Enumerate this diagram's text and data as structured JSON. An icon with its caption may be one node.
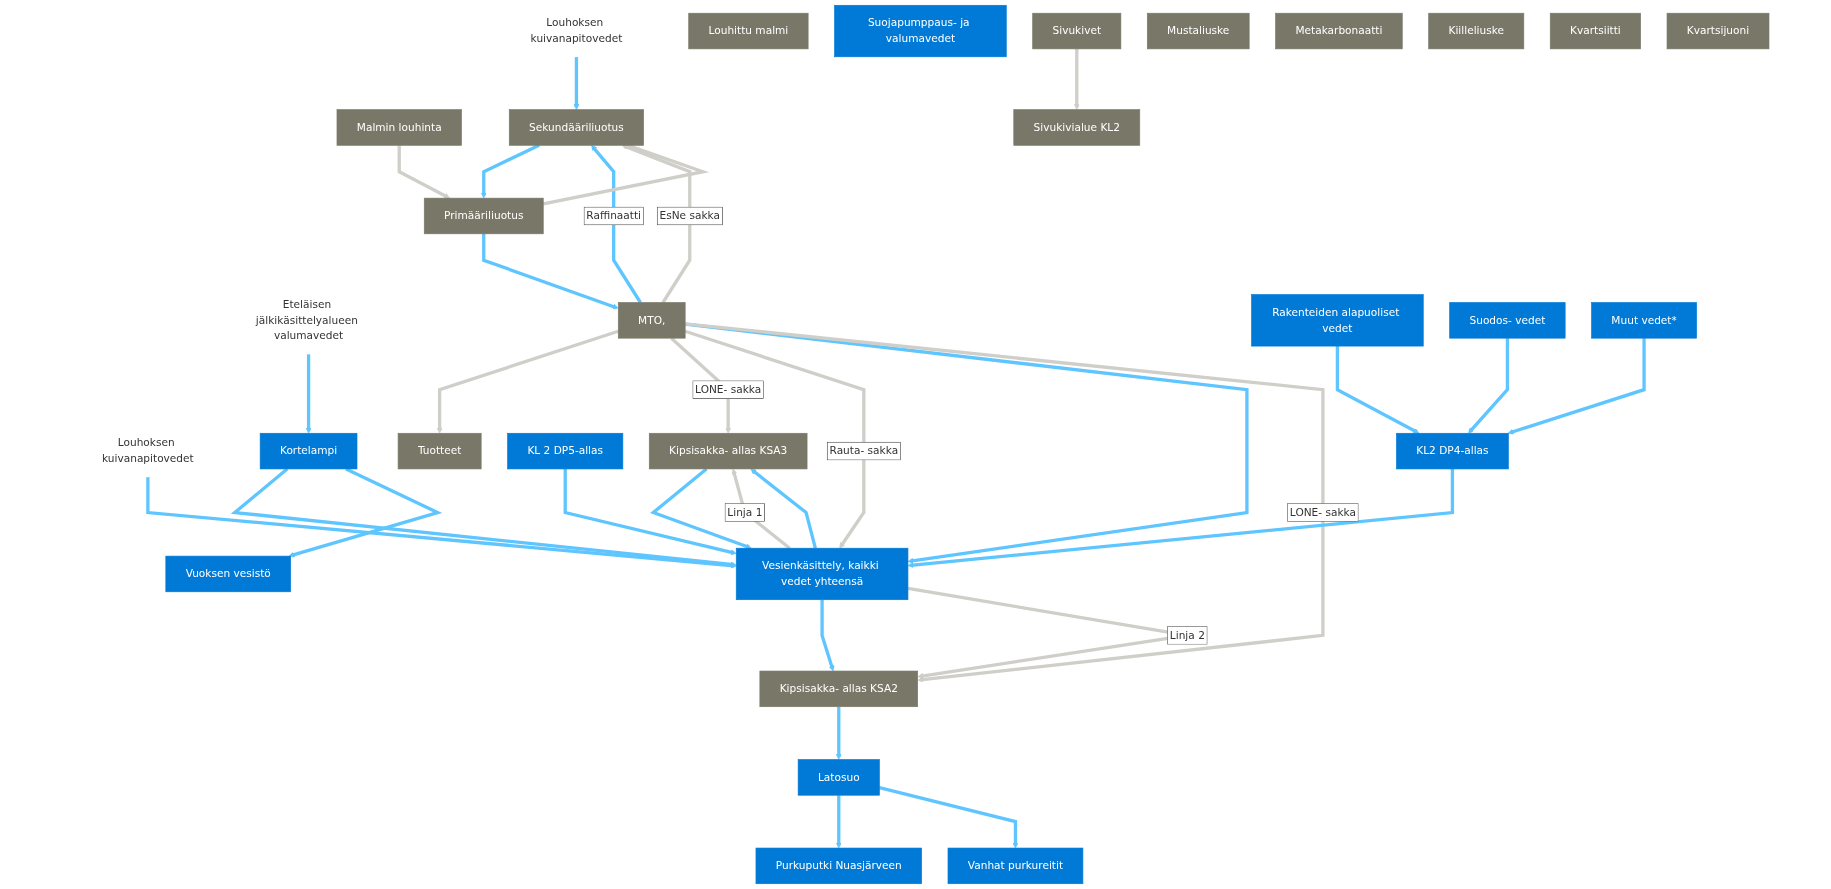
{
  "diagram": {
    "nodes": [
      {
        "text": [
          "Malmin louhinta"
        ]
      },
      {
        "text": [
          "Louhittu malmi"
        ]
      },
      {
        "text": [
          "Primääriliuotus"
        ]
      },
      {
        "text": [
          "MTO,"
        ]
      },
      {
        "text": [
          "Tuotteet"
        ]
      },
      {
        "text": [
          "Louhoksen kuivanapitovedet"
        ]
      },
      {
        "text": [
          "Sekundääriliuotus"
        ]
      },
      {
        "text": [
          "Suojapumppaus- ja valumavedet"
        ]
      },
      {
        "text": [
          "Vesienkäsittely, kaikki vedet yhteensä"
        ]
      },
      {
        "text": [
          "Louhoksen kuivanapitovedet"
        ]
      },
      {
        "text": [
          "Sivukivet"
        ]
      },
      {
        "text": [
          "Mustaliuske"
        ]
      },
      {
        "text": [
          "Metakarbonaatti"
        ]
      },
      {
        "text": [
          "Kiilleliuske"
        ]
      },
      {
        "text": [
          "Kvartsiitti"
        ]
      },
      {
        "text": [
          "Kvartsijuoni"
        ]
      },
      {
        "text": [
          "Sivukivialue KL2"
        ]
      },
      {
        "text": [
          "Rakenteiden alapuoliset vedet"
        ]
      },
      {
        "text": [
          "Suodos- vedet"
        ]
      },
      {
        "text": [
          "Muut vedet*"
        ]
      },
      {
        "text": [
          "KL2 DP4-allas"
        ]
      },
      {
        "text": [
          "KL 2 DP5-allas"
        ]
      },
      {
        "text": [
          "Kipsisakka- allas KSA3"
        ]
      },
      {
        "text": [
          "Kipsisakka- allas KSA2"
        ]
      },
      {
        "text": [
          "Purkuputki Nuasjärveen"
        ]
      },
      {
        "text": [
          "Vanhat purkureitit"
        ]
      },
      {
        "text": [
          "Latosuo"
        ]
      },
      {
        "text": [
          "Eteläisen jälkikäsittelyalueen valumavedet"
        ]
      },
      {
        "text": [
          "Kortelampi"
        ]
      },
      {
        "text": [
          "Vuoksen vesistö"
        ]
      }
    ],
    "edges": [
      {
        "from": 0,
        "to": 2,
        "arrow": "to",
        "color": "#cfcec8"
      },
      {
        "from": 2,
        "to": 3,
        "arrow": "to"
      },
      {
        "from": 3,
        "to": 4,
        "arrow": "to",
        "color": "#cfcec8"
      },
      {
        "from": 3,
        "to": 6,
        "arrow": "to",
        "label": "Raffinaatti"
      },
      {
        "from": 2,
        "to": 6,
        "arrow": "to",
        "color": "#cfcec8"
      },
      {
        "from": 6,
        "to": 2,
        "arrow": "to"
      },
      {
        "from": 5,
        "to": 6,
        "arrow": "to"
      },
      {
        "from": 3,
        "to": 6,
        "arrow": "to",
        "label": "EsNe sakka",
        "color": "#cfcec8"
      },
      {
        "from": 3,
        "to": 22,
        "arrow": "to",
        "label": "LONE- sakka",
        "color": "#cfcec8"
      },
      {
        "from": 3,
        "to": 8,
        "arrow": "to",
        "label": "Rauta- sakka",
        "color": "#cfcec8"
      },
      {
        "from": 3,
        "to": 8,
        "arrow": "to"
      },
      {
        "from": 3,
        "to": 23,
        "arrow": "to",
        "label": "LONE- sakka",
        "color": "#cfcec8"
      },
      {
        "from": 9,
        "to": 8,
        "arrow": "to"
      },
      {
        "from": 10,
        "to": 16,
        "arrow": "to",
        "color": "#cfcec8"
      },
      {
        "from": 17,
        "to": 20,
        "arrow": "to"
      },
      {
        "from": 18,
        "to": 20,
        "arrow": "to"
      },
      {
        "from": 19,
        "to": 20,
        "arrow": "to"
      },
      {
        "from": 20,
        "to": 8,
        "arrow": "to"
      },
      {
        "from": 21,
        "to": 8,
        "arrow": "to"
      },
      {
        "from": 28,
        "to": 8,
        "arrow": "to"
      },
      {
        "from": 8,
        "to": 22,
        "arrow": "to",
        "label": "Linja 1",
        "color": "#cfcec8"
      },
      {
        "from": 22,
        "to": 8,
        "arrow": "to"
      },
      {
        "from": 8,
        "to": 22,
        "arrow": "to"
      },
      {
        "from": 8,
        "to": 23,
        "arrow": "to"
      },
      {
        "from": 8,
        "to": 23,
        "arrow": "to",
        "label": "Linja 2",
        "color": "#cfcec8"
      },
      {
        "from": 23,
        "to": 26,
        "arrow": "to"
      },
      {
        "from": 26,
        "to": 24,
        "arrow": "to"
      },
      {
        "from": 26,
        "to": 25,
        "arrow": "to"
      },
      {
        "from": 27,
        "to": 28,
        "arrow": "to"
      },
      {
        "from": 28,
        "to": 29,
        "arrow": "to"
      }
    ]
  }
}
